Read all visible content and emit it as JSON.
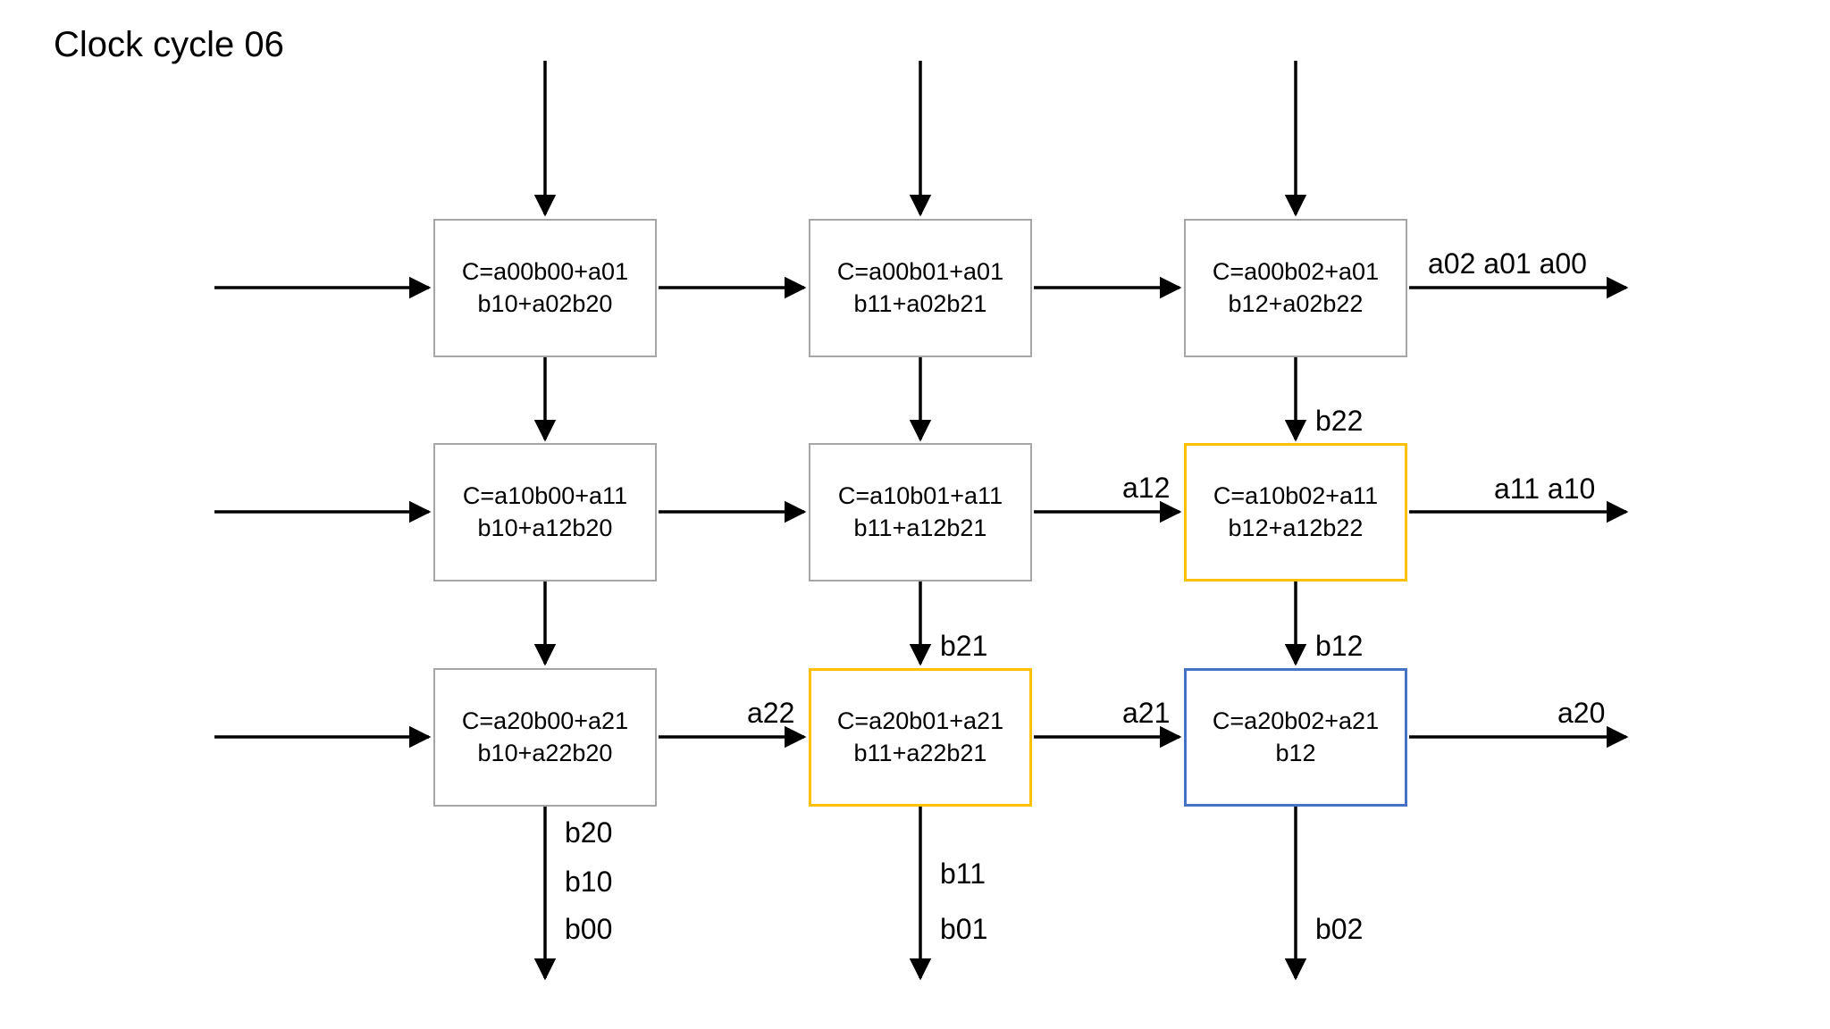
{
  "title": "Clock cycle 06",
  "colors": {
    "default_border": "#a6a6a6",
    "accent_orange": "#FFC000",
    "accent_blue": "#4472C4",
    "wire": "#000000",
    "background": "#ffffff"
  },
  "grid": {
    "rows": 3,
    "cols": 3
  },
  "cells": [
    {
      "id": "pe-0-0",
      "row": 0,
      "col": 0,
      "accent": "none",
      "line1": "C=a00b00+a01",
      "line2": "b10+a02b20"
    },
    {
      "id": "pe-0-1",
      "row": 0,
      "col": 1,
      "accent": "none",
      "line1": "C=a00b01+a01",
      "line2": "b11+a02b21"
    },
    {
      "id": "pe-0-2",
      "row": 0,
      "col": 2,
      "accent": "none",
      "line1": "C=a00b02+a01",
      "line2": "b12+a02b22"
    },
    {
      "id": "pe-1-0",
      "row": 1,
      "col": 0,
      "accent": "none",
      "line1": "C=a10b00+a11",
      "line2": "b10+a12b20"
    },
    {
      "id": "pe-1-1",
      "row": 1,
      "col": 1,
      "accent": "none",
      "line1": "C=a10b01+a11",
      "line2": "b11+a12b21"
    },
    {
      "id": "pe-1-2",
      "row": 1,
      "col": 2,
      "accent": "orange",
      "line1": "C=a10b02+a11",
      "line2": "b12+a12b22"
    },
    {
      "id": "pe-2-0",
      "row": 2,
      "col": 0,
      "accent": "none",
      "line1": "C=a20b00+a21",
      "line2": "b10+a22b20"
    },
    {
      "id": "pe-2-1",
      "row": 2,
      "col": 1,
      "accent": "orange",
      "line1": "C=a20b01+a21",
      "line2": "b11+a22b21"
    },
    {
      "id": "pe-2-2",
      "row": 2,
      "col": 2,
      "accent": "blue",
      "line1": "C=a20b02+a21",
      "line2": "b12"
    }
  ],
  "flow_labels": {
    "row0_out": "a02  a01  a00",
    "row1_out": "a11  a10",
    "row2_out": "a20",
    "row1_col2_in": "a12",
    "row2_col1_in": "a22",
    "row2_col2_in": "a21",
    "col2_row1_in": "b22",
    "col1_row2_in": "b21",
    "col2_row2_in": "b12",
    "col0_out_1": "b20",
    "col0_out_2": "b10",
    "col0_out_3": "b00",
    "col1_out_1": "b11",
    "col1_out_2": "b01",
    "col2_out_1": "b02"
  }
}
